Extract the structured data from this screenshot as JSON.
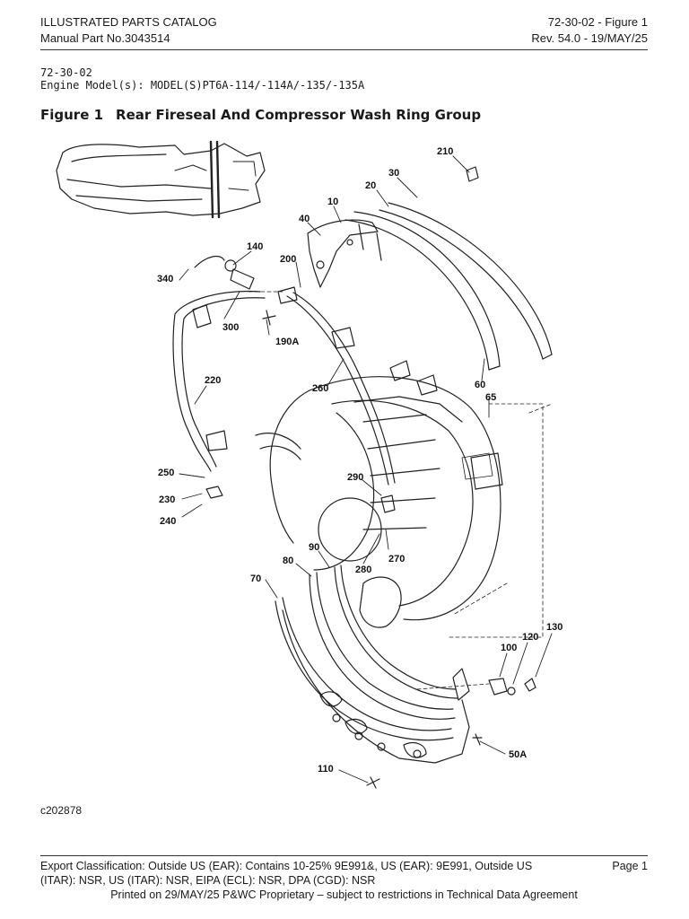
{
  "header": {
    "catalog_title": "ILLUSTRATED PARTS CATALOG",
    "manual_part": "Manual Part No.3043514",
    "figure_ref": "72-30-02 - Figure 1",
    "revision": "Rev. 54.0 - 19/MAY/25"
  },
  "section": {
    "code": "72-30-02",
    "engine_models": "Engine Model(s): MODEL(S)PT6A-114/-114A/-135/-135A"
  },
  "figure": {
    "number": "Figure 1",
    "title": "Rear Fireseal And Compressor Wash Ring Group",
    "art_id": "c202878"
  },
  "callouts": [
    "210",
    "30",
    "20",
    "10",
    "40",
    "140",
    "200",
    "340",
    "300",
    "190A",
    "220",
    "260",
    "60",
    "65",
    "250",
    "230",
    "240",
    "290",
    "270",
    "280",
    "90",
    "80",
    "70",
    "130",
    "120",
    "100",
    "50A",
    "110"
  ],
  "footer": {
    "export_line1": "Export Classification: Outside US (EAR): Contains 10-25% 9E991&, US (EAR): 9E991, Outside US",
    "export_line2": "(ITAR): NSR, US (ITAR): NSR, EIPA (ECL): NSR, DPA (CGD): NSR",
    "page": "Page 1",
    "printed": "Printed on 29/MAY/25 P&WC Proprietary – subject to restrictions in Technical Data Agreement"
  }
}
